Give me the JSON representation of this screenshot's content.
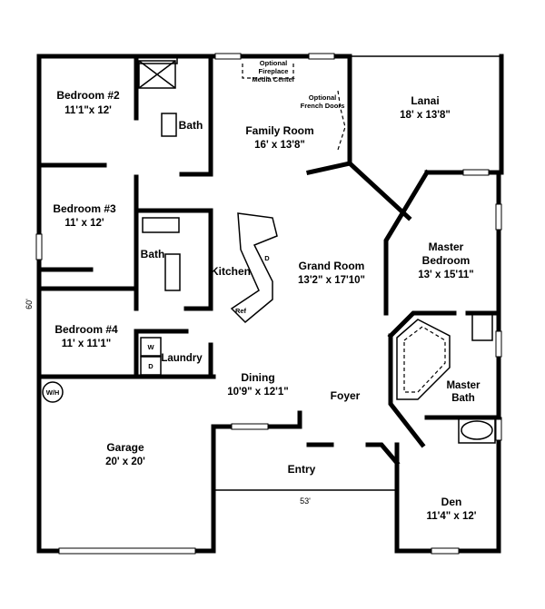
{
  "rooms": {
    "bedroom2": {
      "name": "Bedroom #2",
      "size": "11'1\"x 12'"
    },
    "bath1": {
      "name": "Bath"
    },
    "family_room": {
      "name": "Family Room",
      "size": "16' x 13'8\""
    },
    "lanai": {
      "name": "Lanai",
      "size": "18' x 13'8\""
    },
    "bedroom3": {
      "name": "Bedroom #3",
      "size": "11' x 12'"
    },
    "bath2": {
      "name": "Bath"
    },
    "kitchen": {
      "name": "Kitchen"
    },
    "grand_room": {
      "name": "Grand Room",
      "size": "13'2\" x 17'10\""
    },
    "master_bedroom": {
      "name_line1": "Master",
      "name_line2": "Bedroom",
      "size": "13' x 15'11\""
    },
    "bedroom4": {
      "name": "Bedroom #4",
      "size": "11' x 11'1\""
    },
    "laundry": {
      "name": "Laundry"
    },
    "dining": {
      "name": "Dining",
      "size": "10'9\" x 12'1\""
    },
    "foyer": {
      "name": "Foyer"
    },
    "master_bath": {
      "name_line1": "Master",
      "name_line2": "Bath"
    },
    "garage": {
      "name": "Garage",
      "size": "20' x 20'"
    },
    "entry": {
      "name": "Entry"
    },
    "den": {
      "name": "Den",
      "size": "11'4\" x 12'"
    }
  },
  "annotations": {
    "fireplace": [
      "Optional",
      "Fireplace",
      "Media Center"
    ],
    "french_doors": [
      "Optional",
      "French Doors"
    ],
    "washer": "W",
    "dryer": "D",
    "dishwasher": "D",
    "refrigerator": "Ref",
    "water_heater": "W/H"
  },
  "dimensions": {
    "depth": "60'",
    "width": "53'"
  }
}
